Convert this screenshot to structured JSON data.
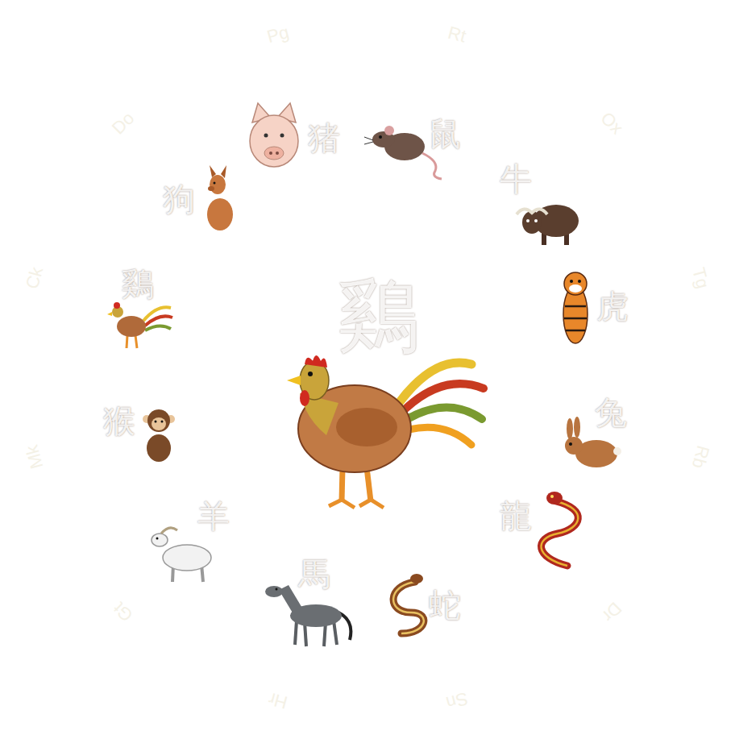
{
  "diagram": {
    "nodes": [
      {
        "text": [
          "Pg"
        ]
      },
      {
        "text": [
          "Rt"
        ]
      },
      {
        "text": [
          "Ox"
        ]
      },
      {
        "text": [
          "Tg"
        ]
      },
      {
        "text": [
          "Rb"
        ]
      },
      {
        "text": [
          "Dr"
        ]
      },
      {
        "text": [
          "Sn"
        ]
      },
      {
        "text": [
          "Hr"
        ]
      },
      {
        "text": [
          "Gt"
        ]
      },
      {
        "text": [
          "Mk"
        ]
      },
      {
        "text": [
          "Ck"
        ]
      },
      {
        "text": [
          "Do"
        ]
      },
      {
        "text": [
          "猪"
        ]
      },
      {
        "text": [
          "鼠"
        ]
      },
      {
        "text": [
          "牛"
        ]
      },
      {
        "text": [
          "虎"
        ]
      },
      {
        "text": [
          "兔"
        ]
      },
      {
        "text": [
          "龍"
        ]
      },
      {
        "text": [
          "蛇"
        ]
      },
      {
        "text": [
          "馬"
        ]
      },
      {
        "text": [
          "羊"
        ]
      },
      {
        "text": [
          "猴"
        ]
      },
      {
        "text": [
          "鷄"
        ]
      },
      {
        "text": [
          "狗"
        ]
      },
      {
        "text": [
          "鷄"
        ]
      }
    ]
  }
}
